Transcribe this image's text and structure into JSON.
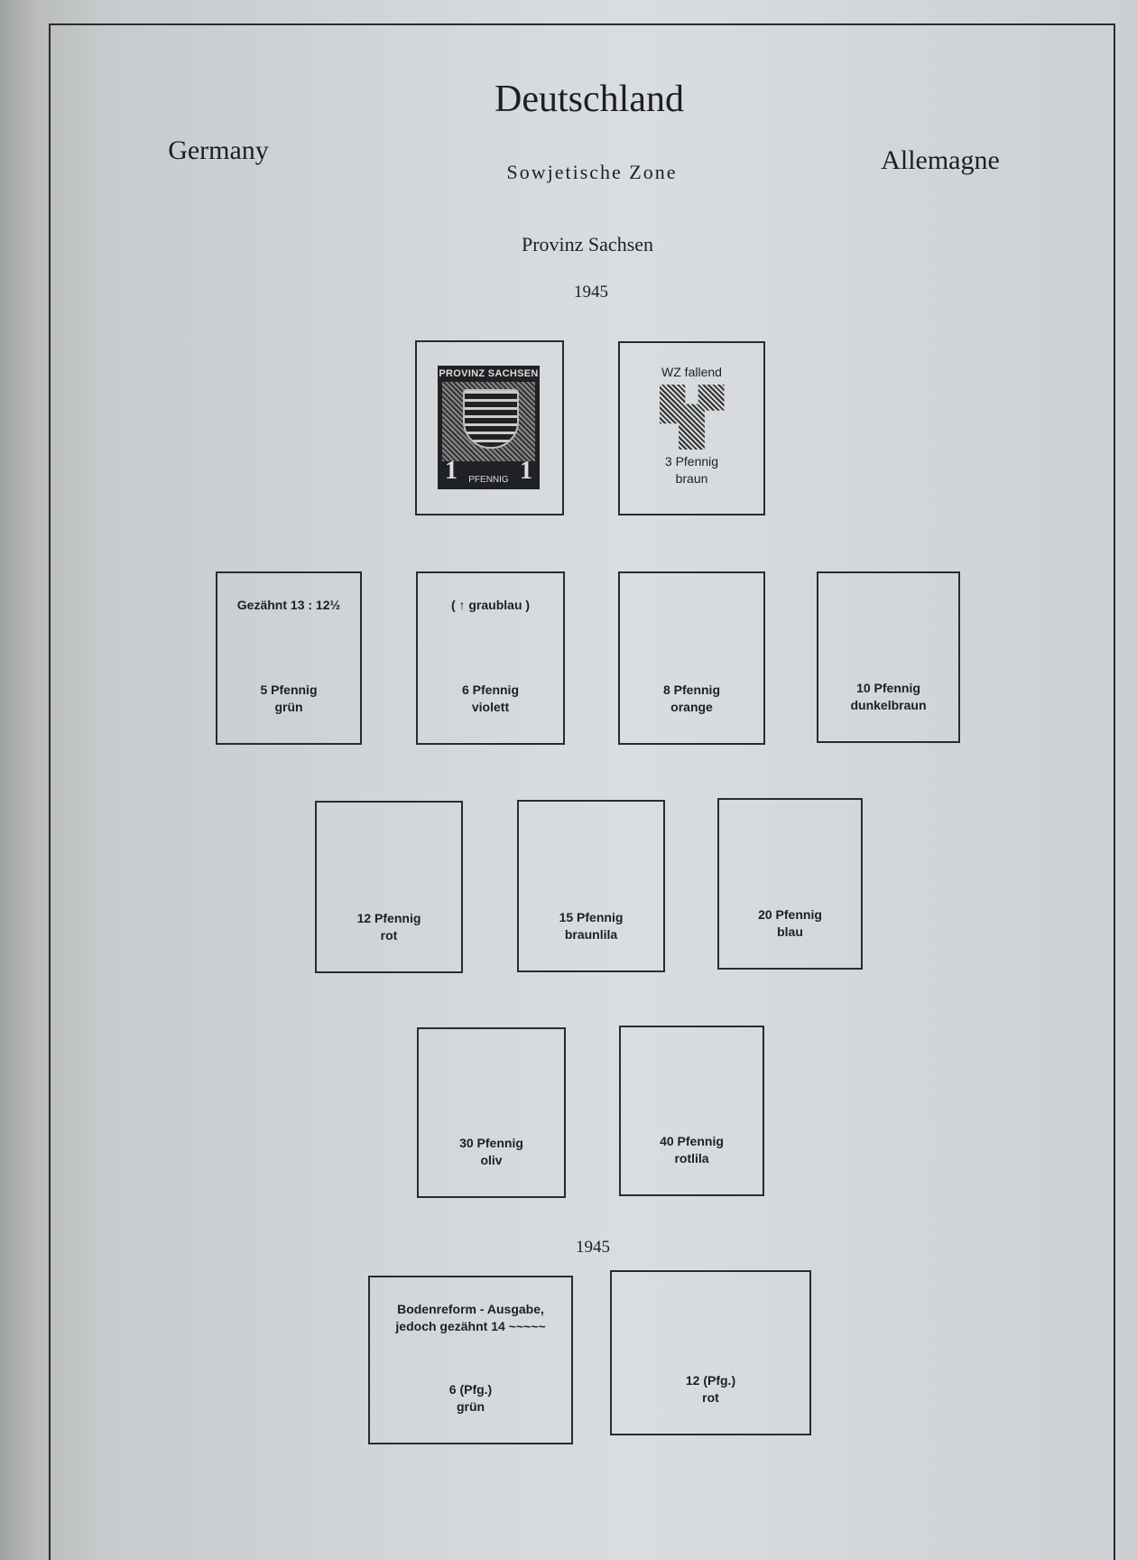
{
  "header": {
    "title": "Deutschland",
    "left": "Germany",
    "right": "Allemagne",
    "subtitle": "Sowjetische Zone",
    "region": "Provinz Sachsen",
    "year": "1945"
  },
  "stamp": {
    "top_text": "PROVINZ SACHSEN",
    "value": "1",
    "unit": "PFENNIG"
  },
  "watermark_box": {
    "note": "WZ fallend",
    "lines": [
      "3 Pfennig",
      "braun"
    ]
  },
  "boxes": [
    {
      "note": "Gezähnt 13 : 12½",
      "lines": [
        "5 Pfennig",
        "grün"
      ]
    },
    {
      "note": "( ↑ graublau )",
      "lines": [
        "6 Pfennig",
        "violett"
      ]
    },
    {
      "note": "",
      "lines": [
        "8 Pfennig",
        "orange"
      ]
    },
    {
      "note": "",
      "lines": [
        "10 Pfennig",
        "dunkelbraun"
      ]
    },
    {
      "note": "",
      "lines": [
        "12 Pfennig",
        "rot"
      ]
    },
    {
      "note": "",
      "lines": [
        "15 Pfennig",
        "braunlila"
      ]
    },
    {
      "note": "",
      "lines": [
        "20 Pfennig",
        "blau"
      ]
    },
    {
      "note": "",
      "lines": [
        "30 Pfennig",
        "oliv"
      ]
    },
    {
      "note": "",
      "lines": [
        "40 Pfennig",
        "rotlila"
      ]
    }
  ],
  "section2": {
    "year": "1945",
    "boxes": [
      {
        "note": "Bodenreform - Ausgabe, jedoch gezähnt 14 ~~~~~",
        "lines": [
          "6 (Pfg.)",
          "grün"
        ]
      },
      {
        "note": "",
        "lines": [
          "12 (Pfg.)",
          "rot"
        ]
      }
    ]
  }
}
